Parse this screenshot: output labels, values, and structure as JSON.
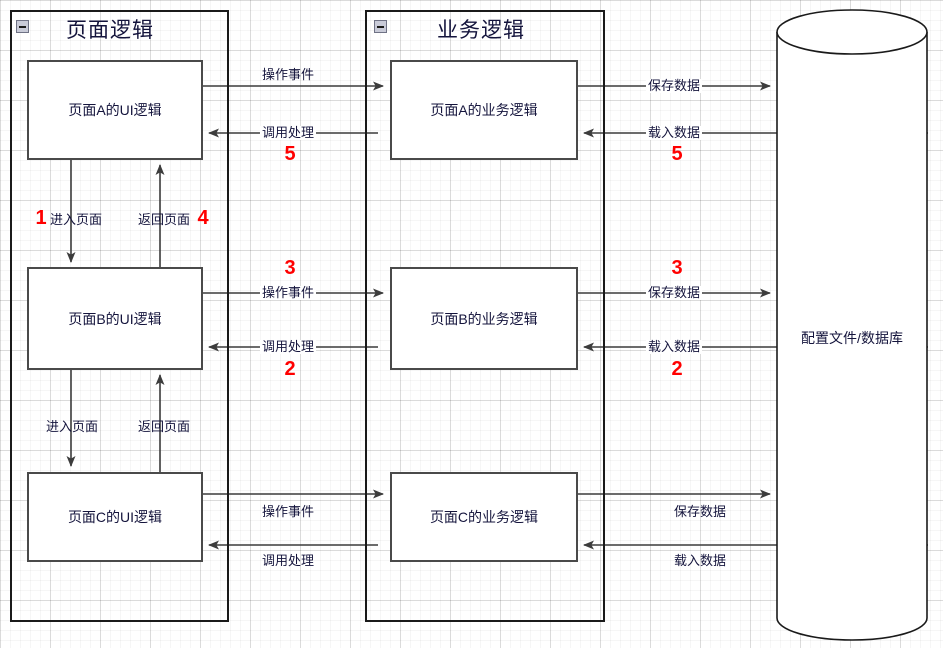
{
  "diagram": {
    "title": "页面逻辑 / 业务逻辑 / 配置文件-数据库 分层流程图",
    "accent_red": "#ff0000",
    "line_color": "#4a4a4a",
    "containers": [
      {
        "id": "ui-layer",
        "title": "页面逻辑",
        "collapse_icon": "collapse-minus-icon"
      },
      {
        "id": "biz-layer",
        "title": "业务逻辑",
        "collapse_icon": "collapse-minus-icon"
      }
    ],
    "ui_nodes": [
      {
        "id": "ui-a",
        "label": "页面A的UI逻辑"
      },
      {
        "id": "ui-b",
        "label": "页面B的UI逻辑"
      },
      {
        "id": "ui-c",
        "label": "页面C的UI逻辑"
      }
    ],
    "biz_nodes": [
      {
        "id": "biz-a",
        "label": "页面A的业务逻辑"
      },
      {
        "id": "biz-b",
        "label": "页面B的业务逻辑"
      },
      {
        "id": "biz-c",
        "label": "页面C的业务逻辑"
      }
    ],
    "datastore": {
      "id": "datastore",
      "label": "配置文件/数据库"
    },
    "flow_labels": {
      "operate_event": "操作事件",
      "invoke_handle": "调用处理",
      "save_data": "保存数据",
      "load_data": "载入数据",
      "enter_page": "进入页面",
      "return_page": "返回页面"
    },
    "edges": [
      {
        "id": "a-operate",
        "label": "操作事件",
        "step": "",
        "from": "ui-a",
        "to": "biz-a"
      },
      {
        "id": "a-invoke",
        "label": "调用处理",
        "step": "5",
        "from": "biz-a",
        "to": "ui-a"
      },
      {
        "id": "a-save",
        "label": "保存数据",
        "step": "",
        "from": "biz-a",
        "to": "datastore"
      },
      {
        "id": "a-load",
        "label": "载入数据",
        "step": "5",
        "from": "datastore",
        "to": "biz-a"
      },
      {
        "id": "b-operate",
        "label": "操作事件",
        "step": "3",
        "from": "ui-b",
        "to": "biz-b"
      },
      {
        "id": "b-invoke",
        "label": "调用处理",
        "step": "2",
        "from": "biz-b",
        "to": "ui-b"
      },
      {
        "id": "b-save",
        "label": "保存数据",
        "step": "3",
        "from": "biz-b",
        "to": "datastore"
      },
      {
        "id": "b-load",
        "label": "载入数据",
        "step": "2",
        "from": "datastore",
        "to": "biz-b"
      },
      {
        "id": "c-operate",
        "label": "操作事件",
        "step": "",
        "from": "ui-c",
        "to": "biz-c"
      },
      {
        "id": "c-invoke",
        "label": "调用处理",
        "step": "",
        "from": "biz-c",
        "to": "ui-c"
      },
      {
        "id": "c-save",
        "label": "保存数据",
        "step": "",
        "from": "biz-c",
        "to": "datastore"
      },
      {
        "id": "c-load",
        "label": "载入数据",
        "step": "",
        "from": "datastore",
        "to": "biz-c"
      },
      {
        "id": "ab-enter",
        "label": "进入页面",
        "step": "1",
        "from": "ui-a",
        "to": "ui-b"
      },
      {
        "id": "ba-return",
        "label": "返回页面",
        "step": "4",
        "from": "ui-b",
        "to": "ui-a"
      },
      {
        "id": "bc-enter",
        "label": "进入页面",
        "step": "",
        "from": "ui-b",
        "to": "ui-c"
      },
      {
        "id": "cb-return",
        "label": "返回页面",
        "step": "",
        "from": "ui-c",
        "to": "ui-b"
      }
    ]
  }
}
